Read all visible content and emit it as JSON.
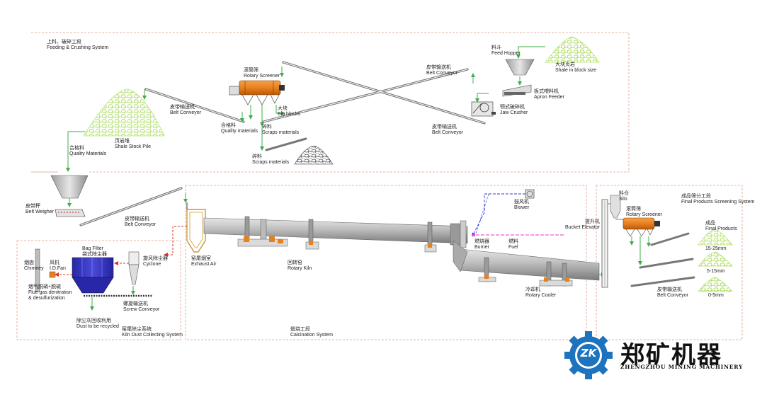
{
  "colors": {
    "flow_green": "#3fae49",
    "pile_green": "#b7e36a",
    "kiln_gray": "#9a9a9a",
    "screener_orange": "#e8801e",
    "air_blue": "#2c3bd0",
    "fuel_magenta": "#ee33cc",
    "gas_red": "#e03020",
    "dust_blue": "#2f2fc0",
    "logo_blue": "#1e73be"
  },
  "sections": {
    "feeding": {
      "cn": "上料、破碎工段",
      "en": "Feeding & Crushing System"
    },
    "kiln_dust": {
      "cn": "窑尾除尘系统",
      "en": "Kiln Dust Collecting System"
    },
    "calcination": {
      "cn": "煅烧工段",
      "en": "Calcination System"
    },
    "screening": {
      "cn": "成品筛分工段",
      "en": "Final Products Screening System"
    }
  },
  "labels": {
    "feed_hopper": {
      "cn": "料斗",
      "en": "Feed Hopper"
    },
    "shale_block": {
      "cn": "大块页岩",
      "en": "Shale in block size"
    },
    "belt_conveyor_top_right": {
      "cn": "皮带输送机",
      "en": "Belt Conveyor"
    },
    "apron_feeder": {
      "cn": "板式喂料机",
      "en": "Apron Feeder"
    },
    "jaw_crusher": {
      "cn": "颚式破碎机",
      "en": "Jaw Crusher"
    },
    "belt_conveyor_mid_right": {
      "cn": "皮带输送机",
      "en": "Belt Conveyor"
    },
    "rotary_screener_top": {
      "cn": "滚筒筛",
      "en": "Rotary Screener"
    },
    "big_blocks": {
      "cn": "大块",
      "en": "Big blocks"
    },
    "scraps_materials_1": {
      "cn": "碎料",
      "en": "Scraps materials"
    },
    "scraps_materials_2": {
      "cn": "碎料",
      "en": "Scraps materials"
    },
    "quality_materials_1": {
      "cn": "合格料",
      "en": "Quality materials"
    },
    "belt_conveyor_left": {
      "cn": "皮带输送机",
      "en": "Belt Conveyor"
    },
    "shale_stock_pile": {
      "cn": "页岩堆",
      "en": "Shale Stock Pile"
    },
    "quality_materials_2": {
      "cn": "合格料",
      "en": "Quality Materials"
    },
    "belt_weigher": {
      "cn": "皮带秤",
      "en": "Belt Weigher"
    },
    "belt_conveyor_kiln": {
      "cn": "皮带输送机",
      "en": "Belt Conveyor"
    },
    "chimney": {
      "cn": "烟囱",
      "en": "Chimney"
    },
    "id_fan": {
      "cn": "风机",
      "en": "I.D.Fan"
    },
    "bag_filter": {
      "cn": "Bag Filter",
      "en": "袋式除尘器"
    },
    "cyclone": {
      "cn": "旋风除尘器",
      "en": "Cyclone"
    },
    "flue_gas": {
      "cn": "烟气脱硝+脱硫",
      "en": "Flue gas denitration",
      "en2": "& desulfurization"
    },
    "screw_conveyor": {
      "cn": "螺旋输送机",
      "en": "Screw Conveyor"
    },
    "dust_recycled": {
      "cn": "除尘灰回收利用",
      "en": "Dust to be recycled"
    },
    "exhaust_air": {
      "cn": "窑尾烟室",
      "en": "Exhaust Air"
    },
    "rotary_kiln": {
      "cn": "回转窑",
      "en": "Rotary Kiln"
    },
    "blower": {
      "cn": "鼓风机",
      "en": "Blower"
    },
    "burner": {
      "cn": "燃烧器",
      "en": "Burner"
    },
    "fuel": {
      "cn": "燃料",
      "en": "Fuel"
    },
    "rotary_cooler": {
      "cn": "冷却机",
      "en": "Rotary Cooler"
    },
    "bucket_elevator": {
      "cn": "提升机",
      "en": "Bucket Elevator"
    },
    "silo": {
      "cn": "料仓",
      "en": "Silo"
    },
    "rotary_screener_final": {
      "cn": "滚筒筛",
      "en": "Rotary Screener"
    },
    "final_products": {
      "cn": "成品",
      "en": "Final Products"
    },
    "size_1": "15-25mm",
    "size_2": "5-15mm",
    "size_3": "0-5mm",
    "belt_conveyor_final": {
      "cn": "皮带输送机",
      "en": "Belt Conveyor"
    }
  },
  "brand": {
    "logo_mark": "ZK",
    "name_cn": "郑矿机器",
    "name_en": "ZHENGZHOU MINING MACHINERY"
  }
}
